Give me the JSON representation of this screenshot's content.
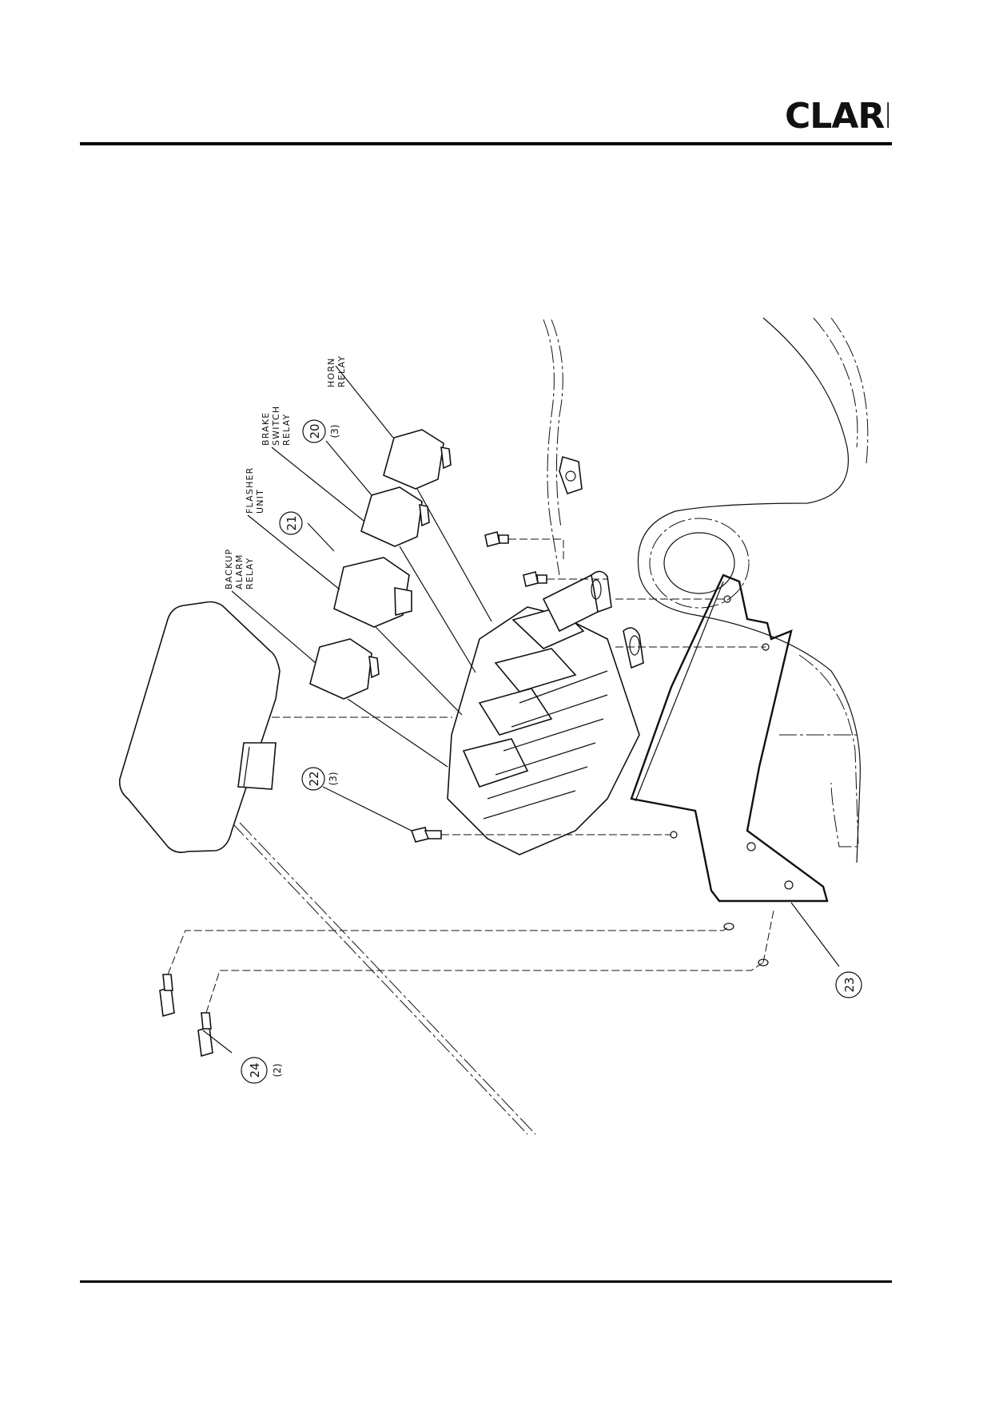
{
  "header": {
    "logo_text": "CLARK"
  },
  "callouts": [
    {
      "id": "c20",
      "number": "20",
      "qty": "(3)"
    },
    {
      "id": "c21",
      "number": "21",
      "qty": ""
    },
    {
      "id": "c22",
      "number": "22",
      "qty": "(3)"
    },
    {
      "id": "c23",
      "number": "23",
      "qty": ""
    },
    {
      "id": "c24",
      "number": "24",
      "qty": "(2)"
    }
  ],
  "labels": {
    "horn_relay": [
      "HORN",
      "RELAY"
    ],
    "brake_switch_relay": [
      "BRAKE",
      "SWITCH",
      "RELAY"
    ],
    "flasher_unit": [
      "FLASHER",
      "UNIT"
    ],
    "backup_alarm_relay": [
      "BACKUP",
      "ALARM",
      "RELAY"
    ]
  },
  "colors": {
    "ink": "#111111",
    "paper": "#ffffff"
  }
}
